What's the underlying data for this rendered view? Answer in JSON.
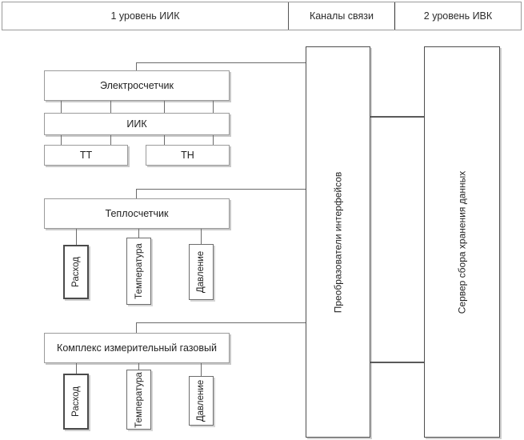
{
  "header": {
    "columns": [
      {
        "label": "1 уровень ИИК"
      },
      {
        "label": "Каналы связи"
      },
      {
        "label": "2 уровень ИВК"
      }
    ]
  },
  "level1": {
    "groups": [
      {
        "name": "electric-meter-group",
        "root": "Электросчетчик",
        "middle": "ИИК",
        "leaves": [
          "ТТ",
          "ТН"
        ]
      },
      {
        "name": "heat-meter-group",
        "root": "Теплосчетчик",
        "leaves": [
          "Расход",
          "Температура",
          "Давление"
        ]
      },
      {
        "name": "gas-complex-group",
        "root": "Комплекс измерительный газовый",
        "leaves": [
          "Расход",
          "Температура",
          "Давление"
        ]
      }
    ]
  },
  "channels": {
    "converter": "Преобразователи интерфейсов"
  },
  "level2": {
    "server": "Сервер сбора хранения данных"
  },
  "colors": {
    "background": "#ffffff",
    "box_border": "#8e8e8e",
    "box_border_dark": "#3a3a3a",
    "line": "#6b6b6b",
    "shadow": "#c9c9c9",
    "text": "#1f1f1f"
  }
}
